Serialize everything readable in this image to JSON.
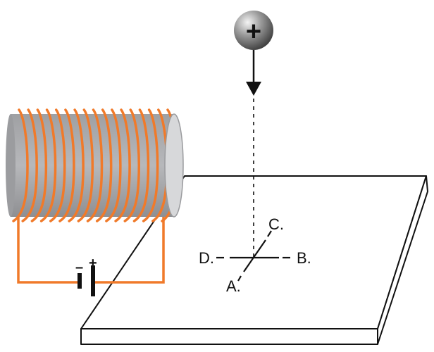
{
  "charge": {
    "sign": "+"
  },
  "battery": {
    "positive_sign": "+",
    "negative_sign": "–"
  },
  "points": {
    "a": "A.",
    "b": "B.",
    "c": "C.",
    "d": "D."
  },
  "colors": {
    "wire": "#f07a2a",
    "core": "#a9aaad",
    "core_end": "#d7d8da",
    "outline": "#111111",
    "plate": "#ffffff"
  }
}
